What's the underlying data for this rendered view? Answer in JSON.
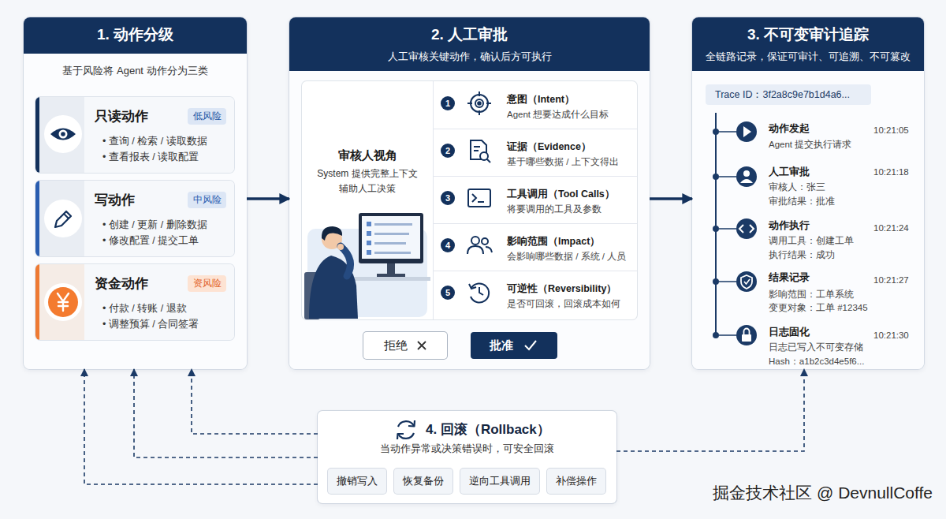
{
  "diagram": {
    "nodes": [
      {
        "text": [
          "1. 动作分级",
          "基于风险将 Agent 动作分为三类"
        ]
      },
      {
        "text": [
          "只读动作",
          "• 查询 / 检索 / 读取数据",
          "• 查看报表 / 读取配置"
        ],
        "in": 0
      },
      {
        "text": [
          "低风险"
        ],
        "in": 1
      },
      {
        "text": [
          "写动作",
          "• 创建 / 更新 / 删除数据",
          "• 修改配置 / 提交工单"
        ],
        "in": 0
      },
      {
        "text": [
          "中风险"
        ],
        "in": 3
      },
      {
        "text": [
          "资金动作",
          "• 付款 / 转账 / 退款",
          "• 调整预算 / 合同签署"
        ],
        "in": 0
      },
      {
        "text": [
          "资风险"
        ],
        "in": 5
      },
      {
        "text": [
          "2. 人工审批",
          "人工审核关键动作，确认后方可执行"
        ]
      },
      {
        "text": [
          "审核人视角",
          "System 提供完整上下文 辅助人工决策"
        ],
        "in": 7
      },
      {
        "text": [
          "意图（Intent）",
          "Agent 想要达成什么目标"
        ],
        "in": 8
      },
      {
        "text": [
          "1"
        ],
        "in": 9
      },
      {
        "text": [
          "证据（Evidence）",
          "基于哪些数据 / 上下文得出"
        ],
        "in": 8
      },
      {
        "text": [
          "2"
        ],
        "in": 11
      },
      {
        "text": [
          "工具调用（Tool Calls）",
          "将要调用的工具及参数"
        ],
        "in": 8
      },
      {
        "text": [
          "3"
        ],
        "in": 13
      },
      {
        "text": [
          "影响范围（Impact）",
          "会影响哪些数据 / 系统 / 人员"
        ],
        "in": 8
      },
      {
        "text": [
          "4"
        ],
        "in": 15
      },
      {
        "text": [
          "可逆性（Reversibility）",
          "是否可回滚，回滚成本如何"
        ],
        "in": 8
      },
      {
        "text": [
          "5"
        ],
        "in": 17
      },
      {
        "text": [
          "拒绝"
        ],
        "in": 7
      },
      {
        "text": [
          "批准"
        ],
        "in": 7
      },
      {
        "text": [
          "3. 不可变审计追踪",
          "全链路记录，保证可审计、可追溯、不可篡改"
        ]
      },
      {
        "text": [
          "Trace ID：3f2a8c9e7b1d4a6..."
        ],
        "in": 21
      },
      {
        "text": [
          "4. 回滚（Rollback）",
          "当动作异常或决策错误时，可安全回滚"
        ]
      },
      {
        "text": [
          "撤销写入"
        ],
        "in": 23
      },
      {
        "text": [
          "恢复备份"
        ],
        "in": 23
      },
      {
        "text": [
          "逆向工具调用"
        ],
        "in": 23
      },
      {
        "text": [
          "补偿操作"
        ],
        "in": 23
      }
    ],
    "edges": [
      {
        "from": 0,
        "to": 7,
        "arrow": "to"
      },
      {
        "from": 7,
        "to": 21,
        "arrow": "to"
      },
      {
        "from": 23,
        "to": 0,
        "arrow": "to"
      },
      {
        "from": 23,
        "to": 0,
        "arrow": "to"
      },
      {
        "from": 23,
        "to": 0,
        "arrow": "to"
      },
      {
        "from": 23,
        "to": 21,
        "arrow": "to"
      }
    ],
    "labels": [
      "动作发起",
      "Agent 提交执行请求",
      "10:21:05",
      "人工审批",
      "审核人：张三",
      "审批结果：批准",
      "10:21:18",
      "动作执行",
      "调用工具：创建工单",
      "执行结果：成功",
      "10:21:24",
      "结果记录",
      "影响范围：工单系统",
      "变更对象：工单 #12345",
      "10:21:27",
      "日志固化",
      "日志已写入不可变存储",
      "Hash：a1b2c3d4e5f6...",
      "10:21:30",
      "掘金技术社区 @ DevnullCoffe"
    ]
  }
}
